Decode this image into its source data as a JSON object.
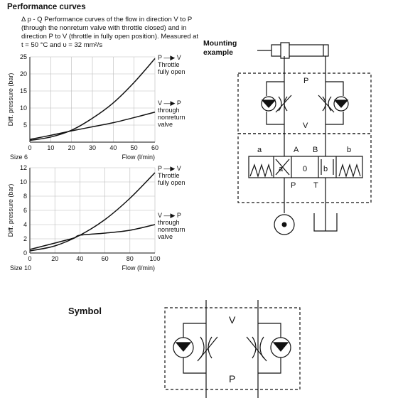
{
  "page": {
    "heading": "Performance curves",
    "description": "Δ p - Q Performance curves of the flow in direction V to P (through the nonreturn valve with throttle closed) and in direction P to V (throttle in fully open position). Measured at t = 50 °C and υ = 32 mm²/s",
    "mounting_title": "Mounting example",
    "symbol_title": "Symbol"
  },
  "mounting_labels": {
    "P_top": "P",
    "V": "V",
    "a": "a",
    "b": "b",
    "A": "A",
    "B": "B",
    "a_inner": "a",
    "zero": "0",
    "b_inner": "b",
    "P_bottom": "P",
    "T": "T"
  },
  "symbol_labels": {
    "V": "V",
    "P": "P"
  },
  "chart_data": [
    {
      "type": "line",
      "title": "Size 6",
      "xlabel": "Flow (l/min)",
      "ylabel": "Diff. pressure (bar)",
      "xlim": [
        0,
        60
      ],
      "ylim": [
        0,
        25
      ],
      "xticks": [
        0,
        10,
        20,
        30,
        40,
        50,
        60
      ],
      "yticks": [
        5,
        10,
        15,
        20,
        25
      ],
      "grid": true,
      "series": [
        {
          "name": "P → V Throttle fully open",
          "name_lines": [
            "P —▶ V",
            "Throttle",
            "fully open"
          ],
          "x": [
            0,
            10,
            20,
            30,
            40,
            50,
            60
          ],
          "y": [
            0.5,
            1.5,
            3.5,
            7,
            11.5,
            17.5,
            24.5
          ]
        },
        {
          "name": "V → P through nonreturn valve",
          "name_lines": [
            "V —▶ P",
            "through",
            "nonreturn",
            "valve"
          ],
          "x": [
            0,
            10,
            20,
            30,
            40,
            50,
            60
          ],
          "y": [
            0.8,
            2,
            3.3,
            4.5,
            5.7,
            7.2,
            8.8
          ]
        }
      ]
    },
    {
      "type": "line",
      "title": "Size 10",
      "xlabel": "Flow (l/min)",
      "ylabel": "Diff. pressure (bar)",
      "xlim": [
        0,
        100
      ],
      "ylim": [
        0,
        12
      ],
      "xticks": [
        0,
        20,
        40,
        60,
        80,
        100
      ],
      "yticks": [
        0,
        2,
        4,
        6,
        8,
        10,
        12
      ],
      "grid": true,
      "series": [
        {
          "name": "P → V Throttle fully open",
          "name_lines": [
            "P —▶ V",
            "Throttle",
            "fully open"
          ],
          "x": [
            0,
            20,
            40,
            60,
            80,
            100
          ],
          "y": [
            0.3,
            1,
            2.5,
            4.7,
            7.7,
            11.3
          ]
        },
        {
          "name": "V → P through nonreturn valve",
          "name_lines": [
            "V —▶ P",
            "through",
            "nonreturn",
            "valve"
          ],
          "x": [
            0,
            20,
            35,
            40,
            60,
            80,
            100
          ],
          "y": [
            0.5,
            1.4,
            2.1,
            2.5,
            2.8,
            3.2,
            4
          ]
        }
      ]
    }
  ]
}
